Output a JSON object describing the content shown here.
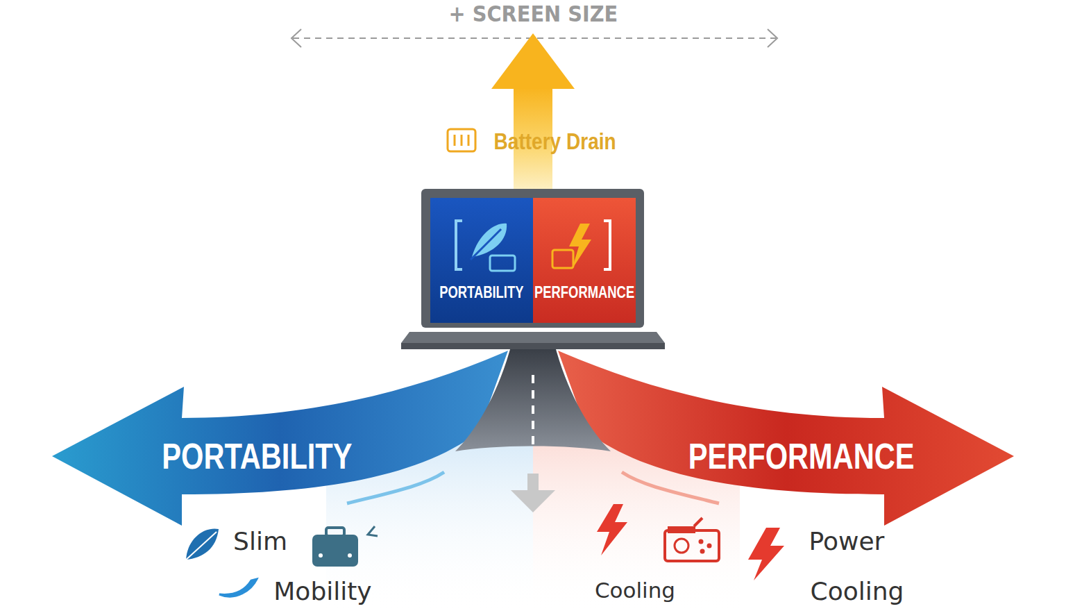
{
  "diagram": {
    "nodes": [
      {
        "text": [
          "PORTABILITY"
        ]
      },
      {
        "text": [
          "PERFORMANCE"
        ]
      },
      {
        "text": [
          "PORTABILITY"
        ]
      },
      {
        "text": [
          "PERFORMANCE"
        ]
      },
      {
        "text": [
          "Battery Drain"
        ]
      }
    ],
    "labels": [
      "+ SCREEN SIZE",
      "Slim",
      "Mobility",
      "Cooling",
      "Power",
      "Cooling"
    ]
  }
}
